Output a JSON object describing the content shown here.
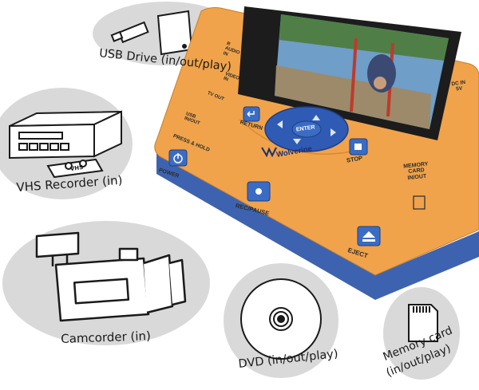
{
  "labels": {
    "usb": "USB Drive (in/out/play)",
    "vhs": "VHS Recorder (in)",
    "camcorder": "Camcorder (in)",
    "dvd": "DVD (in/out/play)",
    "memory_line1": "Memory card",
    "memory_line2": "(in/out/play)",
    "vhs_tape": "VHS"
  },
  "device": {
    "brand": "Wolverine",
    "enter": "ENTER",
    "return": "RETURN",
    "stop": "STOP",
    "press_hold": "PRESS & HOLD",
    "power": "POWER",
    "rec_pause": "REC/PAUSE",
    "eject": "EJECT",
    "usb_port": "USB\nIN/OUT",
    "tv_out": "TV OUT",
    "video_in": "VIDEO\nIN",
    "audio_in": "R\nAUDIO\nIN",
    "dc_in": "DC IN\n5V",
    "memory_slot": "MEMORY\nCARD\nIN/OUT"
  },
  "colors": {
    "device_body": "#f0a34a",
    "device_side": "#3d63b0",
    "bubble": "#d9d9d9",
    "button_face": "#3a6cc4"
  }
}
